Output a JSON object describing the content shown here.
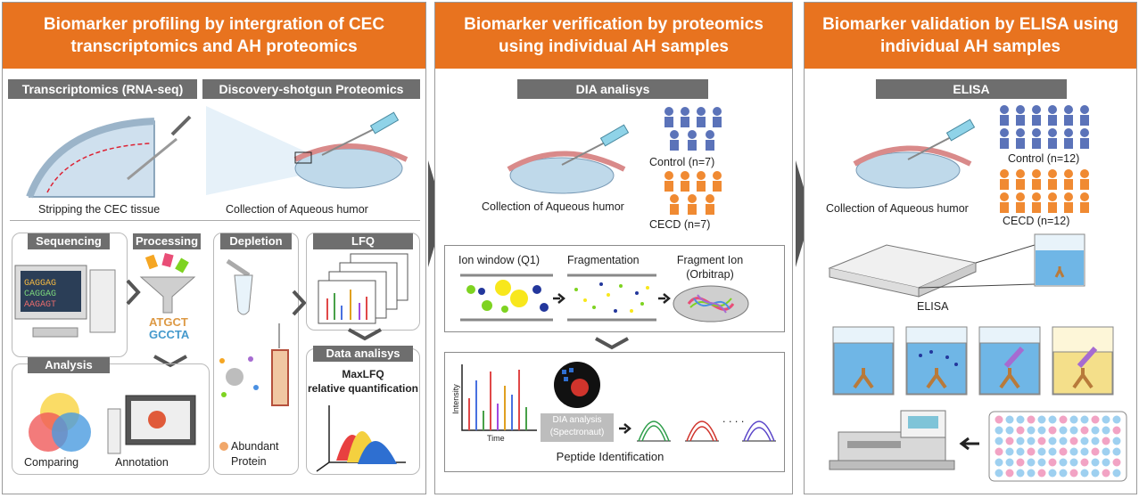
{
  "colors": {
    "accent": "#e8731f",
    "header_gray": "#6e6e6e",
    "control": "#5b73b9",
    "cecd": "#f08a32"
  },
  "panel1": {
    "title": "Biomarker profiling by intergration of CEC transcriptomics and AH proteomics",
    "sub_left": "Transcriptomics (RNA-seq)",
    "sub_right": "Discovery-shotgun Proteomics",
    "stripping": "Stripping the CEC tissue",
    "collection": "Collection of Aqueous humor",
    "sequencing": "Sequencing",
    "processing": "Processing",
    "dna_seq": "ATGCT",
    "dna_seq2": "GCCTA",
    "analysis": "Analysis",
    "comparing": "Comparing",
    "annotation": "Annotation",
    "depletion": "Depletion",
    "abundant": "Abundant",
    "protein": "Protein",
    "lfq": "LFQ",
    "data_analysis": "Data analisys",
    "maxlfq": "MaxLFQ",
    "relquant": "relative quantification"
  },
  "panel2": {
    "title": "Biomarker verification by proteomics using individual AH samples",
    "dia": "DIA analisys",
    "collection": "Collection of Aqueous humor",
    "control": "Control (n=7)",
    "cecd": "CECD (n=7)",
    "ion_window": "Ion window (Q1)",
    "fragmentation": "Fragmentation",
    "fragment_ion": "Fragment Ion",
    "orbitrap": "(Orbitrap)",
    "intensity": "Intensity",
    "time": "Time",
    "dia_analysis": "DIA analysis",
    "spectronaut": "(Spectronaut)",
    "peptide": "Peptide Identification",
    "dots": ". . . ."
  },
  "panel3": {
    "title": "Biomarker validation by ELISA using individual AH samples",
    "elisa_head": "ELISA",
    "collection": "Collection of Aqueous humor",
    "control": "Control (n=12)",
    "cecd": "CECD (n=12)",
    "elisa": "ELISA"
  }
}
